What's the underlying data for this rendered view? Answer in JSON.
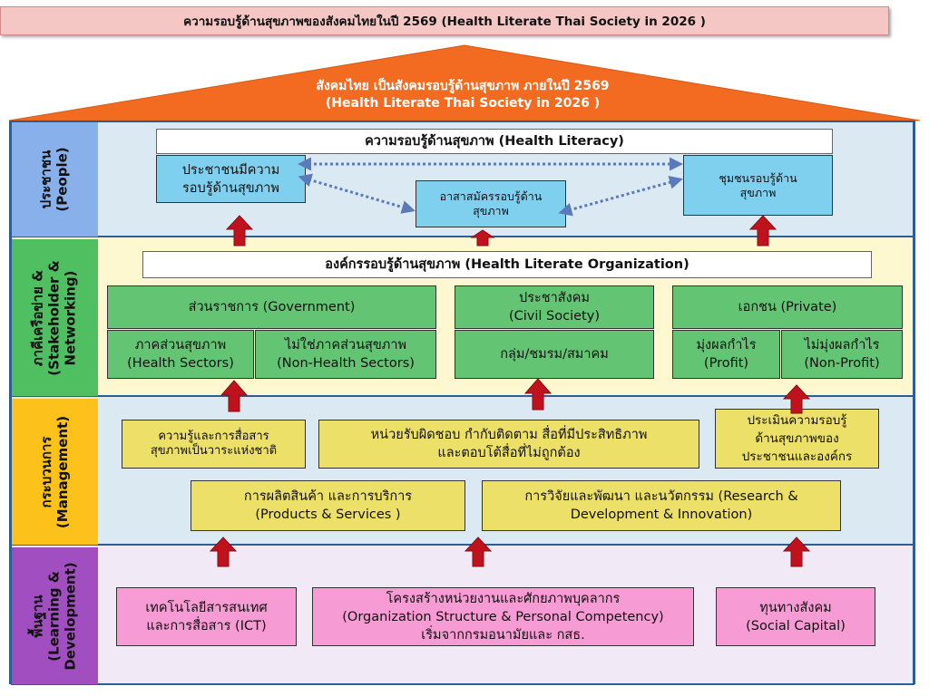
{
  "title": "ความรอบรู้ด้านสุขภาพของสังคมไทยในปี 2569 (Health Literate Thai Society in 2026 )",
  "roof": {
    "line1": "สังคมไทย เป็นสังคมรอบรู้ด้านสุขภาพ  ภายในปี 2569",
    "line2": "(Health Literate Thai Society in 2026 )"
  },
  "layers": {
    "people": {
      "label": "ประชาชน\n(People)",
      "header": "ความรอบรู้ด้านสุขภาพ (Health Literacy)",
      "boxes": [
        "ประชาชนมีความ\nรอบรู้ด้านสุขภาพ",
        "อาสาสมัครรอบรู้ด้าน\nสุขภาพ",
        "ชุมชนรอบรู้ด้าน\nสุขภาพ"
      ]
    },
    "stakeholder": {
      "label": "ภาคีเครือข่าย &\n(Stakeholder &\nNetworking)",
      "header": "องค์กรรอบรู้ด้านสุขภาพ (Health Literate Organization)",
      "boxes": [
        "ส่วนราชการ (Government)",
        "ประชาสังคม\n(Civil Society)",
        "เอกชน (Private)",
        "ภาคส่วนสุขภาพ\n(Health Sectors)",
        "ไม่ใช่ภาคส่วนสุขภาพ\n(Non-Health Sectors)",
        "กลุ่ม/ชมรม/สมาคม",
        "มุ่งผลกำไร\n(Profit)",
        "ไม่มุ่งผลกำไร\n(Non-Profit)"
      ]
    },
    "management": {
      "label": "กระบวนการ\n(Management)",
      "boxes": [
        "ความรู้และการสื่อสาร\nสุขภาพเป็นวาระแห่งชาติ",
        "หน่วยรับผิดชอบ กำกับติดตาม สื่อที่มีประสิทธิภาพ\nและตอบโต้สื่อที่ไม่ถูกต้อง",
        "ประเมินความรอบรู้\nด้านสุขภาพของ\nประชาชนและองค์กร",
        "การผลิตสินค้า และการบริการ\n(Products & Services )",
        "การวิจัยและพัฒนา และนวัตกรรม (Research &\nDevelopment & Innovation)"
      ]
    },
    "foundation": {
      "label": "พื้นฐาน\n(Learning &\nDevelopment)",
      "boxes": [
        "เทคโนโลยีสารสนเทศ\nและการสื่อสาร (ICT)",
        "โครงสร้างหน่วยงานและศักยภาพบุคลากร\n(Organization Structure & Personal Competency)\nเริ่มจากกรมอนามัยและ กสธ.",
        "ทุนทางสังคม\n(Social Capital)"
      ]
    }
  },
  "colors": {
    "roof": "#f26b21",
    "people": "#88b1ec",
    "stakeholder": "#4fbf62",
    "management": "#fcc21b",
    "foundation": "#a14ec0",
    "arrow": "#c0121c"
  }
}
